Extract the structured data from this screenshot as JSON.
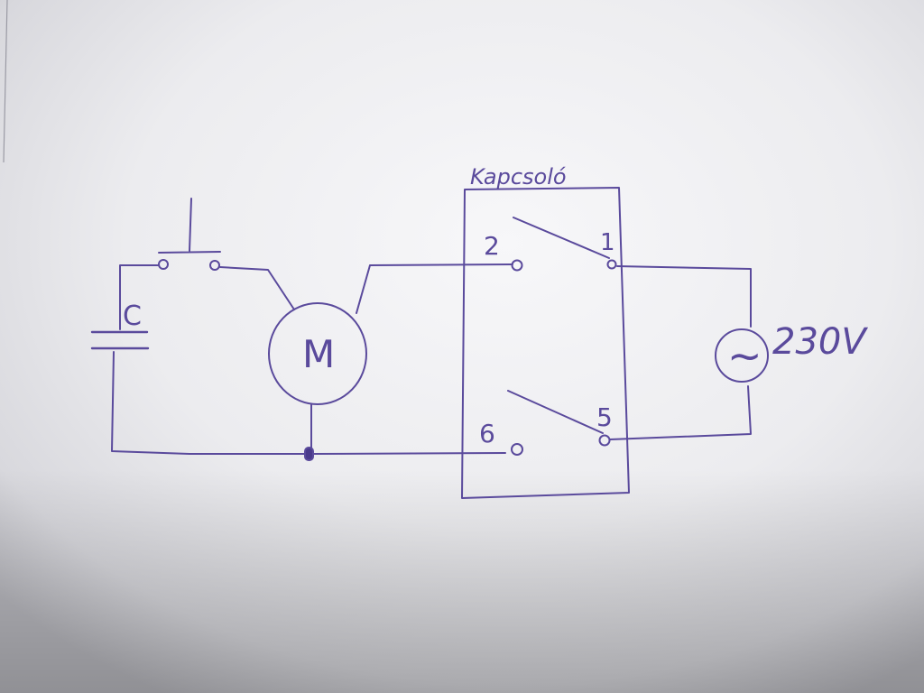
{
  "diagram": {
    "switch_box_label": "Kapcsoló",
    "capacitor_label": "C",
    "motor_label": "M",
    "source_label": "230V",
    "source_symbol": "~",
    "terminals": [
      "2",
      "1",
      "6",
      "5"
    ]
  },
  "colors": {
    "ink": "#5a4a9c",
    "paper": "#f4f4f6",
    "background_shadow": "#bdbdc4"
  }
}
